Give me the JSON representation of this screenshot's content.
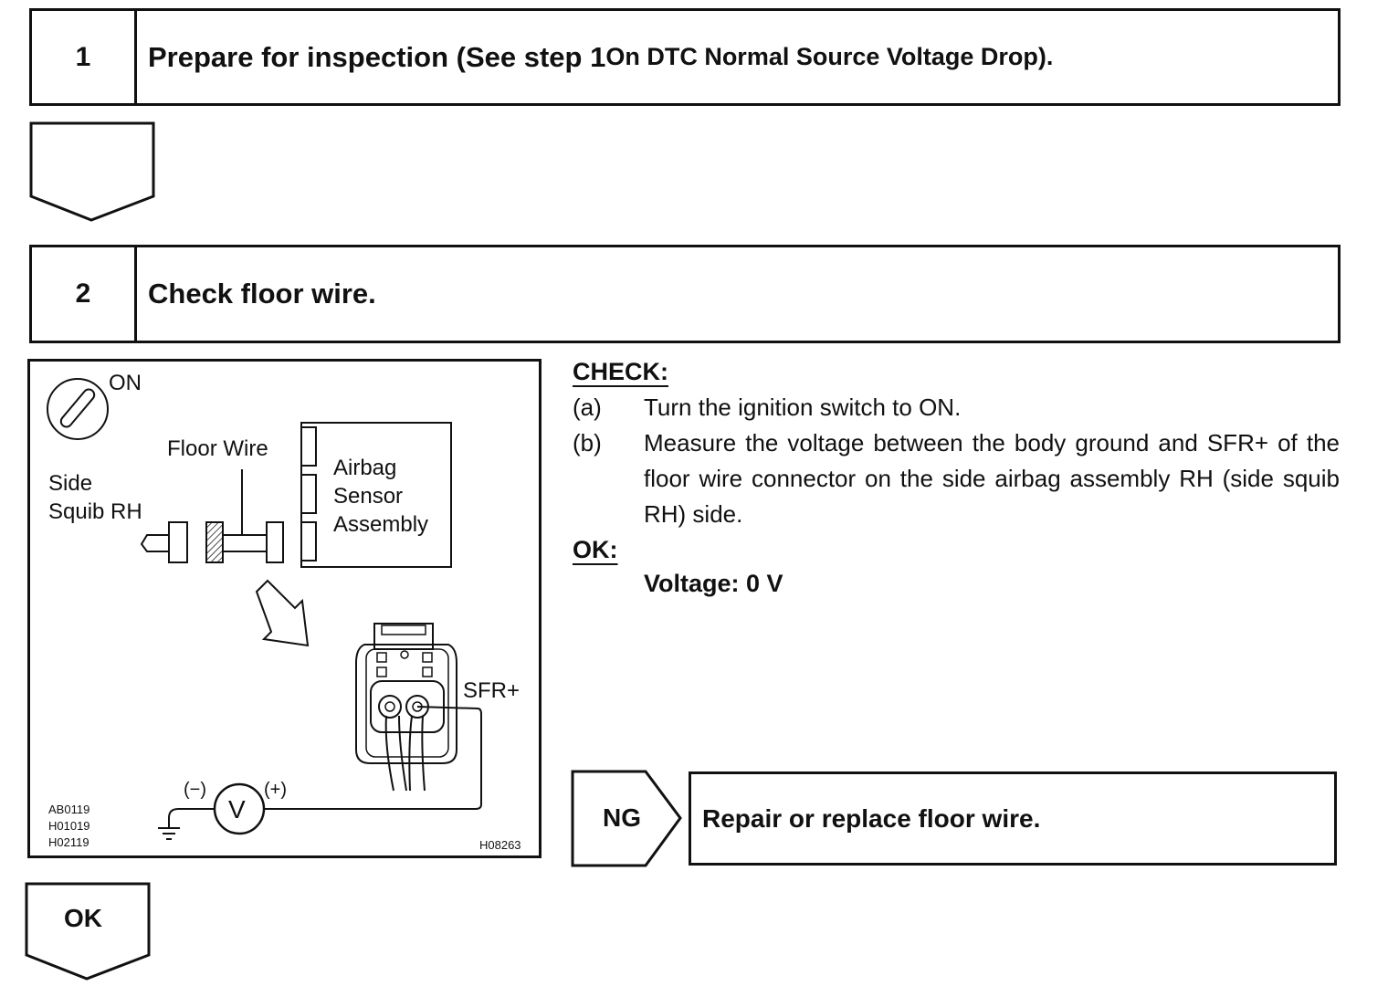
{
  "step1": {
    "number": "1",
    "title_main": "Prepare for inspection (See step 1",
    "title_small": " On DTC Normal Source Voltage Drop)."
  },
  "step2": {
    "number": "2",
    "title": "Check floor wire."
  },
  "diagram": {
    "ignition_label": "ON",
    "floor_wire_label": "Floor Wire",
    "side_squib_label_1": "Side",
    "side_squib_label_2": "Squib RH",
    "sensor_label_1": "Airbag",
    "sensor_label_2": "Sensor",
    "sensor_label_3": "Assembly",
    "terminal_label": "SFR+",
    "minus_label": "(−)",
    "plus_label": "(+)",
    "voltmeter_symbol": "V",
    "codes": [
      "AB0119",
      "H01019",
      "H02119"
    ],
    "figure_id": "H08263"
  },
  "check": {
    "heading": "CHECK:",
    "items": [
      {
        "label": "(a)",
        "text": "Turn the ignition switch to ON."
      },
      {
        "label": "(b)",
        "text": "Measure the voltage between the body ground and SFR+ of the floor wire connector on the side airbag assembly RH (side squib RH) side."
      }
    ]
  },
  "ok": {
    "heading": "OK:",
    "spec": "Voltage: 0 V"
  },
  "ng": {
    "label": "NG",
    "action": "Repair or replace floor wire."
  },
  "ok_arrow_label": "OK"
}
